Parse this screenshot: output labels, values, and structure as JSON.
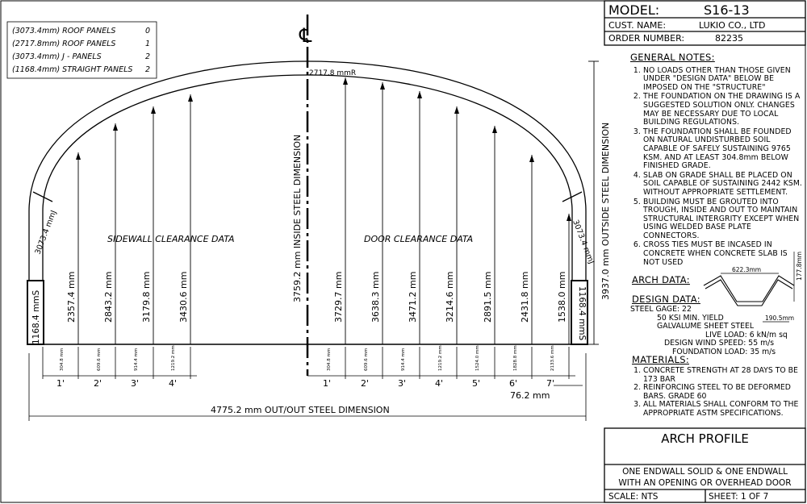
{
  "title_block": {
    "model_label": "MODEL:",
    "model_value": "S16-13",
    "cust_label": "CUST. NAME:",
    "cust_value": "LUKIO CO., LTD",
    "order_label": "ORDER NUMBER:",
    "order_value": "82235"
  },
  "panels_legend": [
    {
      "text": "(3073.4mm) ROOF PANELS",
      "count": "0"
    },
    {
      "text": "(2717.8mm) ROOF PANELS",
      "count": "1"
    },
    {
      "text": "(3073.4mm) J - PANELS",
      "count": "2"
    },
    {
      "text": "(1168.4mm) STRAIGHT PANELS",
      "count": "2"
    }
  ],
  "centerline_symbol": "℄",
  "drawing": {
    "radius_label": "2717.8 mmR",
    "inside_dimension": "3759.2 mm INSIDE STEEL DIMENSION",
    "outside_dimension": "3937.0 mm OUTSIDE STEEL DIMENSION",
    "left_jpanel": "3073.4 mmJ",
    "right_jpanel": "3073.4 mmJ",
    "left_straight": "1168.4 mmS",
    "right_straight": "1168.4 mmS",
    "sidewall_title": "SIDEWALL CLEARANCE DATA",
    "door_title": "DOOR CLEARANCE DATA",
    "sidewall_heights": [
      "2357.4 mm",
      "2843.2 mm",
      "3179.8 mm",
      "3430.6 mm"
    ],
    "door_heights": [
      "3729.7 mm",
      "3638.3 mm",
      "3471.2 mm",
      "3214.6 mm",
      "2891.5 mm",
      "2431.8 mm",
      "1538.0 mm"
    ],
    "sidewall_offsets": [
      "304.8 mm",
      "609.6 mm",
      "914.4 mm",
      "1219.2 mm"
    ],
    "door_offsets": [
      "304.8 mm",
      "609.6 mm",
      "914.4 mm",
      "1219.2 mm",
      "1524.0 mm",
      "1828.8 mm",
      "2133.6 mm"
    ],
    "sidewall_feet": [
      "1'",
      "2'",
      "3'",
      "4'"
    ],
    "door_feet": [
      "1'",
      "2'",
      "3'",
      "4'",
      "5'",
      "6'",
      "7'"
    ],
    "base_offset": "76.2 mm",
    "out_out": "4775.2 mm OUT/OUT STEEL DIMENSION"
  },
  "general_notes": {
    "title": "GENERAL NOTES:",
    "items": [
      "NO LOADS OTHER THAN THOSE GIVEN UNDER \"DESIGN DATA\" BELOW BE IMPOSED ON THE \"STRUCTURE\"",
      "THE FOUNDATION ON THE DRAWING IS A SUGGESTED SOLUTION ONLY. CHANGES MAY BE NECESSARY DUE TO LOCAL BUILDING REGULATIONS.",
      "THE FOUNDATION SHALL BE FOUNDED ON NATURAL UNDISTURBED SOIL CAPABLE OF SAFELY SUSTAINING 9765 KSM. AND AT LEAST 304.8mm BELOW FINISHED GRADE.",
      "SLAB ON GRADE SHALL BE PLACED ON SOIL CAPABLE OF SUSTAINING 2442 KSM. WITHOUT APPROPRIATE SETTLEMENT.",
      "BUILDING MUST BE GROUTED INTO TROUGH, INSIDE AND OUT TO MAINTAIN STRUCTURAL INTERGRITY EXCEPT WHEN USING WELDED BASE PLATE CONNECTORS.",
      "CROSS TIES MUST BE INCASED IN CONCRETE WHEN CONCRETE SLAB IS NOT USED"
    ]
  },
  "arch_data": {
    "title": "ARCH DATA:",
    "width": "622.3mm",
    "depth": "177.8mm",
    "flange": "190.5mm"
  },
  "design_data": {
    "title": "DESIGN DATA:",
    "lines": [
      "STEEL GAGE: 22",
      "50 KSI MIN. YIELD",
      "GALVALUME SHEET STEEL",
      "LIVE LOAD: 6 kN/m sq",
      "DESIGN WIND SPEED: 55 m/s",
      "FOUNDATION LOAD: 35 m/s"
    ]
  },
  "materials": {
    "title": "MATERIALS:",
    "items": [
      "CONCRETE STRENGTH AT 28 DAYS TO BE 173 BAR",
      "REINFORCING STEEL TO BE DEFORMED BARS. GRADE 60",
      "ALL MATERIALS SHALL CONFORM TO THE APPROPRIATE ASTM SPECIFICATIONS."
    ]
  },
  "bottom_block": {
    "heading": "ARCH PROFILE",
    "line1": "ONE ENDWALL SOLID & ONE ENDWALL",
    "line2": "WITH AN OPENING OR OVERHEAD DOOR",
    "scale": "SCALE:  NTS",
    "sheet": "SHEET:  1  OF  7"
  }
}
